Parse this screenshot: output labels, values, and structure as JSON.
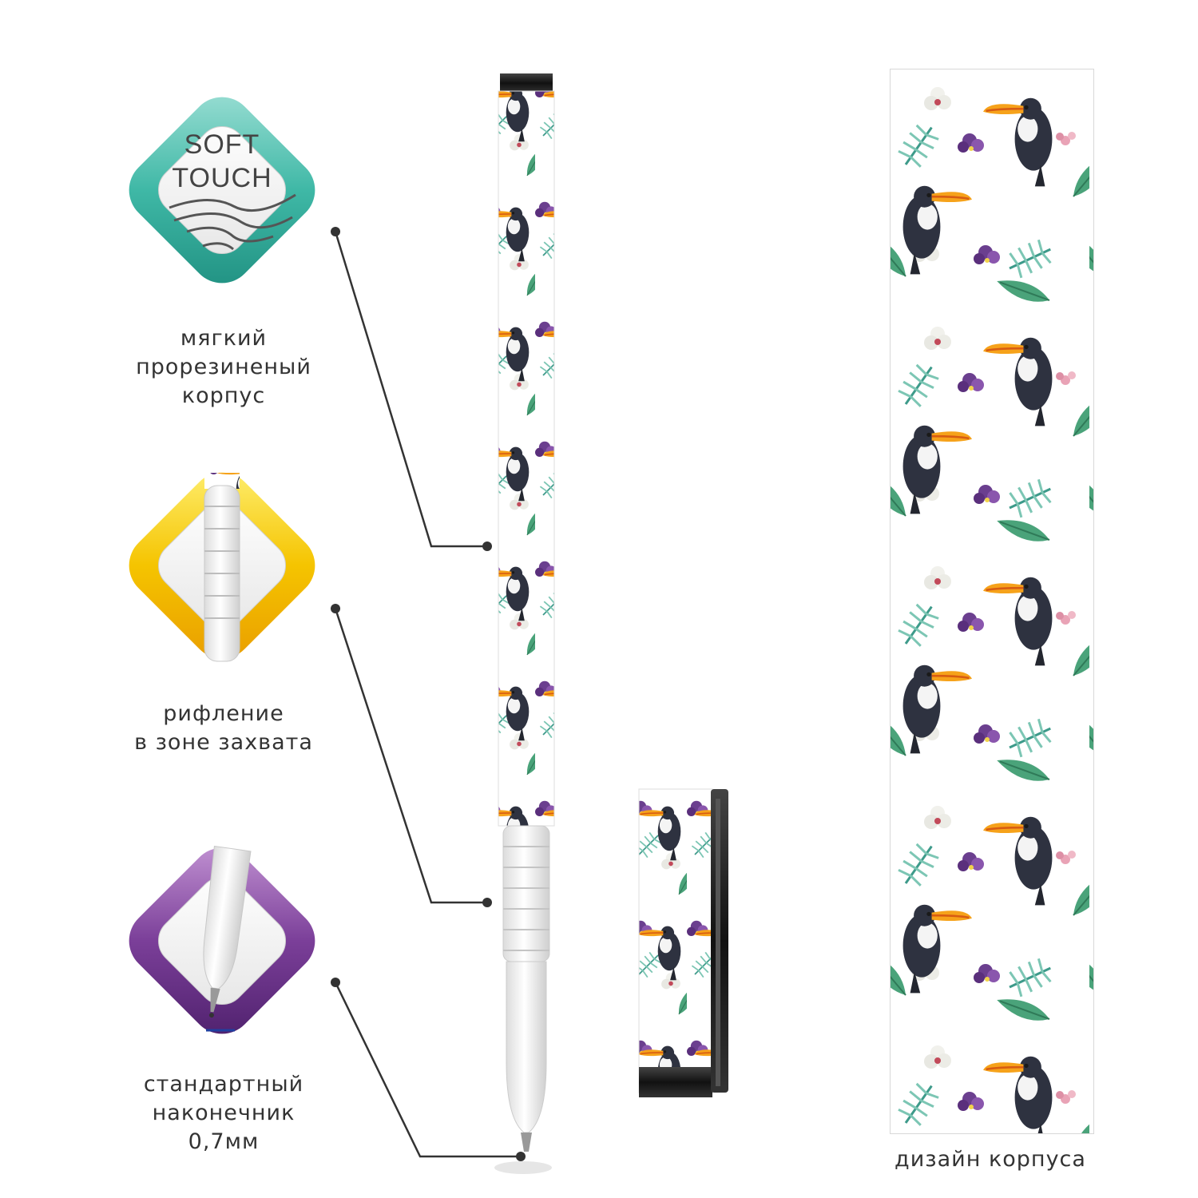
{
  "features": [
    {
      "id": "soft-touch",
      "badge_line1": "SOFT",
      "badge_line2": "TOUCH",
      "caption": "мягкий\nпрорезиненый\nкорпус",
      "accent": "#3fb8a6"
    },
    {
      "id": "grip",
      "caption": "рифление\nв зоне захвата",
      "accent": "#f5c400"
    },
    {
      "id": "tip",
      "caption": "стандартный\nнаконечник\n0,7мм",
      "accent": "#7b3f99"
    }
  ],
  "design_label": "дизайн корпуса",
  "colors": {
    "teal": "#3fb8a6",
    "yellow": "#f5c400",
    "purple": "#7b3f99",
    "pen_black": "#1a1a1a",
    "pen_white": "#f7f7f7",
    "toucan_orange": "#f6a21a",
    "leaf_green": "#4aa37a",
    "orchid_purple": "#6b3f8f"
  }
}
